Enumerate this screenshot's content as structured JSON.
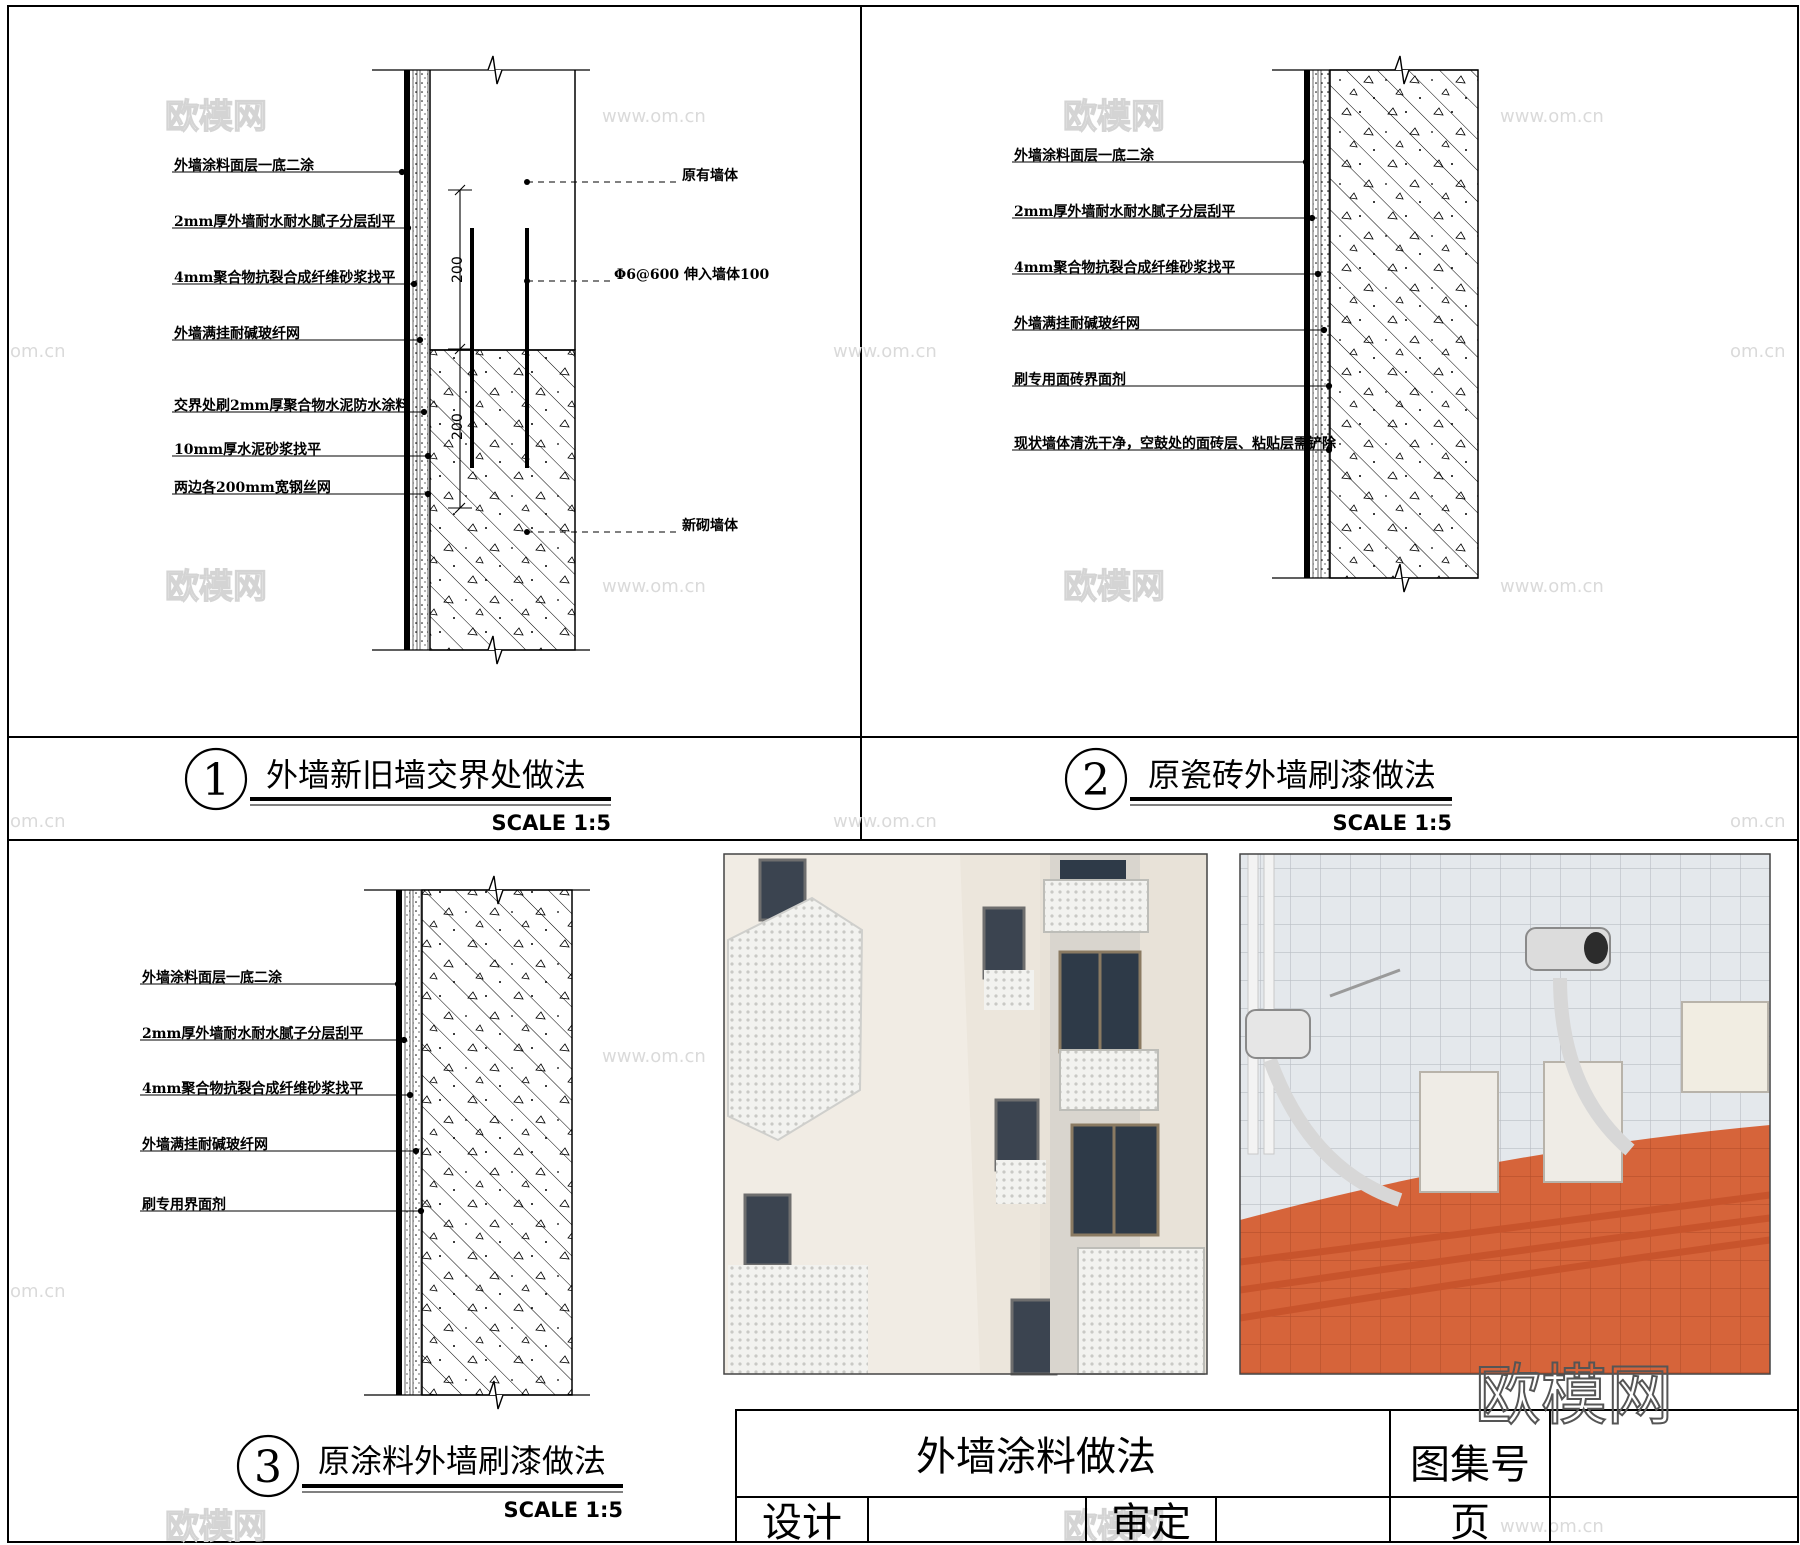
{
  "sheet": {
    "details": [
      {
        "number": "1",
        "title": "外墙新旧墙交界处做法",
        "scale": "SCALE  1:5",
        "left_labels": [
          "外墙涂料面层一底二涂",
          "2mm厚外墙耐水耐水腻子分层刮平",
          "4mm聚合物抗裂合成纤维砂浆找平",
          "外墙满挂耐碱玻纤网",
          "交界处刷2mm厚聚合物水泥防水涂料",
          "10mm厚水泥砂浆找平",
          "两边各200mm宽钢丝网"
        ],
        "right_labels": [
          "原有墙体",
          "Φ6@600  伸入墙体100",
          "新砌墙体"
        ],
        "dimensions": [
          "200",
          "200"
        ]
      },
      {
        "number": "2",
        "title": "原瓷砖外墙刷漆做法",
        "scale": "SCALE  1:5",
        "left_labels": [
          "外墙涂料面层一底二涂",
          "2mm厚外墙耐水耐水腻子分层刮平",
          "4mm聚合物抗裂合成纤维砂浆找平",
          "外墙满挂耐碱玻纤网",
          "刷专用面砖界面剂",
          "现状墙体清洗干净，空鼓处的面砖层、粘贴层需铲除"
        ]
      },
      {
        "number": "3",
        "title": "原涂料外墙刷漆做法",
        "scale": "SCALE  1:5",
        "left_labels": [
          "外墙涂料面层一底二涂",
          "2mm厚外墙耐水耐水腻子分层刮平",
          "4mm聚合物抗裂合成纤维砂浆找平",
          "外墙满挂耐碱玻纤网",
          "刷专用界面剂"
        ]
      }
    ],
    "title_block": {
      "drawing_title": "外墙涂料做法",
      "atlas_label": "图集号",
      "design_label": "设计",
      "approve_label": "审定",
      "page_label": "页"
    },
    "watermarks": {
      "brand": "欧模网",
      "site": "www.om.cn",
      "site_short": "om.cn"
    },
    "photos": [
      {
        "icon": "building-facade-photo"
      },
      {
        "icon": "cctv-camera-wall-photo"
      }
    ]
  }
}
